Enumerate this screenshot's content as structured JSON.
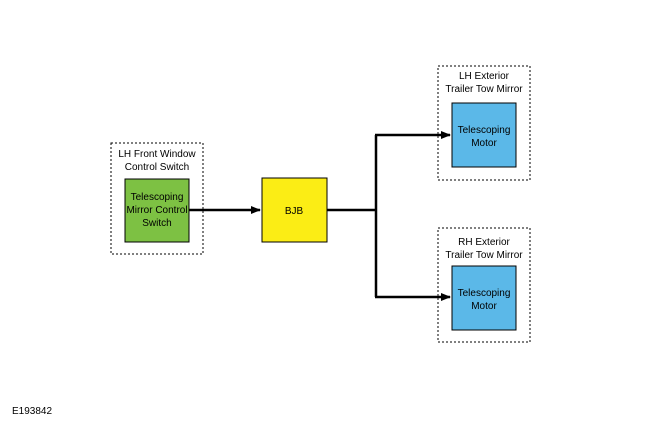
{
  "colors": {
    "switch_fill": "#7dc143",
    "bjb_fill": "#fbed15",
    "motor_fill": "#5bb8e8",
    "line": "#000000",
    "background": "#ffffff"
  },
  "nodes": {
    "lh_front_window_switch": {
      "group_label_line1": "LH Front Window",
      "group_label_line2": "Control Switch",
      "box_line1": "Telescoping",
      "box_line2": "Mirror Control",
      "box_line3": "Switch"
    },
    "bjb": {
      "label": "BJB"
    },
    "lh_exterior_mirror": {
      "group_label_line1": "LH Exterior",
      "group_label_line2": "Trailer Tow Mirror",
      "box_line1": "Telescoping",
      "box_line2": "Motor"
    },
    "rh_exterior_mirror": {
      "group_label_line1": "RH Exterior",
      "group_label_line2": "Trailer Tow Mirror",
      "box_line1": "Telescoping",
      "box_line2": "Motor"
    }
  },
  "connections": [
    {
      "from": "Telescoping Mirror Control Switch",
      "to": "BJB"
    },
    {
      "from": "BJB",
      "to": "LH Exterior Telescoping Motor"
    },
    {
      "from": "BJB",
      "to": "RH Exterior Telescoping Motor"
    }
  ],
  "figure_id": "E193842"
}
